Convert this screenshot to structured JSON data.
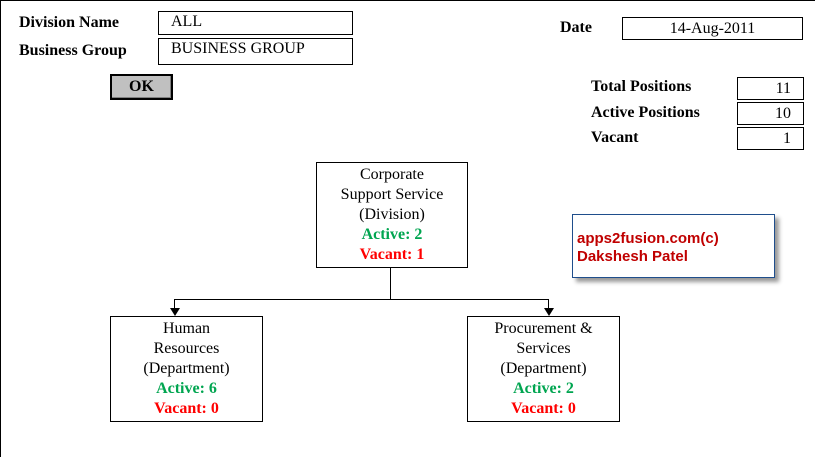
{
  "filters": {
    "division_label": "Division Name",
    "division_value": "ALL",
    "group_label": "Business Group",
    "group_value": "BUSINESS GROUP",
    "ok_label": "OK"
  },
  "date": {
    "label": "Date",
    "value": "14-Aug-2011"
  },
  "stats": [
    {
      "label": "Total Positions",
      "value": "11"
    },
    {
      "label": "Active Positions",
      "value": "10"
    },
    {
      "label": "Vacant",
      "value": "1"
    }
  ],
  "root": {
    "l1": "Corporate",
    "l2": "Support Service",
    "l3": "(Division)",
    "active": "Active: 2",
    "vacant": "Vacant: 1"
  },
  "children": [
    {
      "l1": "Human",
      "l2": "Resources",
      "l3": "(Department)",
      "active": "Active: 6",
      "vacant": "Vacant: 0"
    },
    {
      "l1": "Procurement &",
      "l2": "Services",
      "l3": "(Department)",
      "active": "Active: 2",
      "vacant": "Vacant: 0"
    }
  ],
  "note": {
    "line1": "apps2fusion.com(c)",
    "line2": "Dakshesh Patel"
  }
}
